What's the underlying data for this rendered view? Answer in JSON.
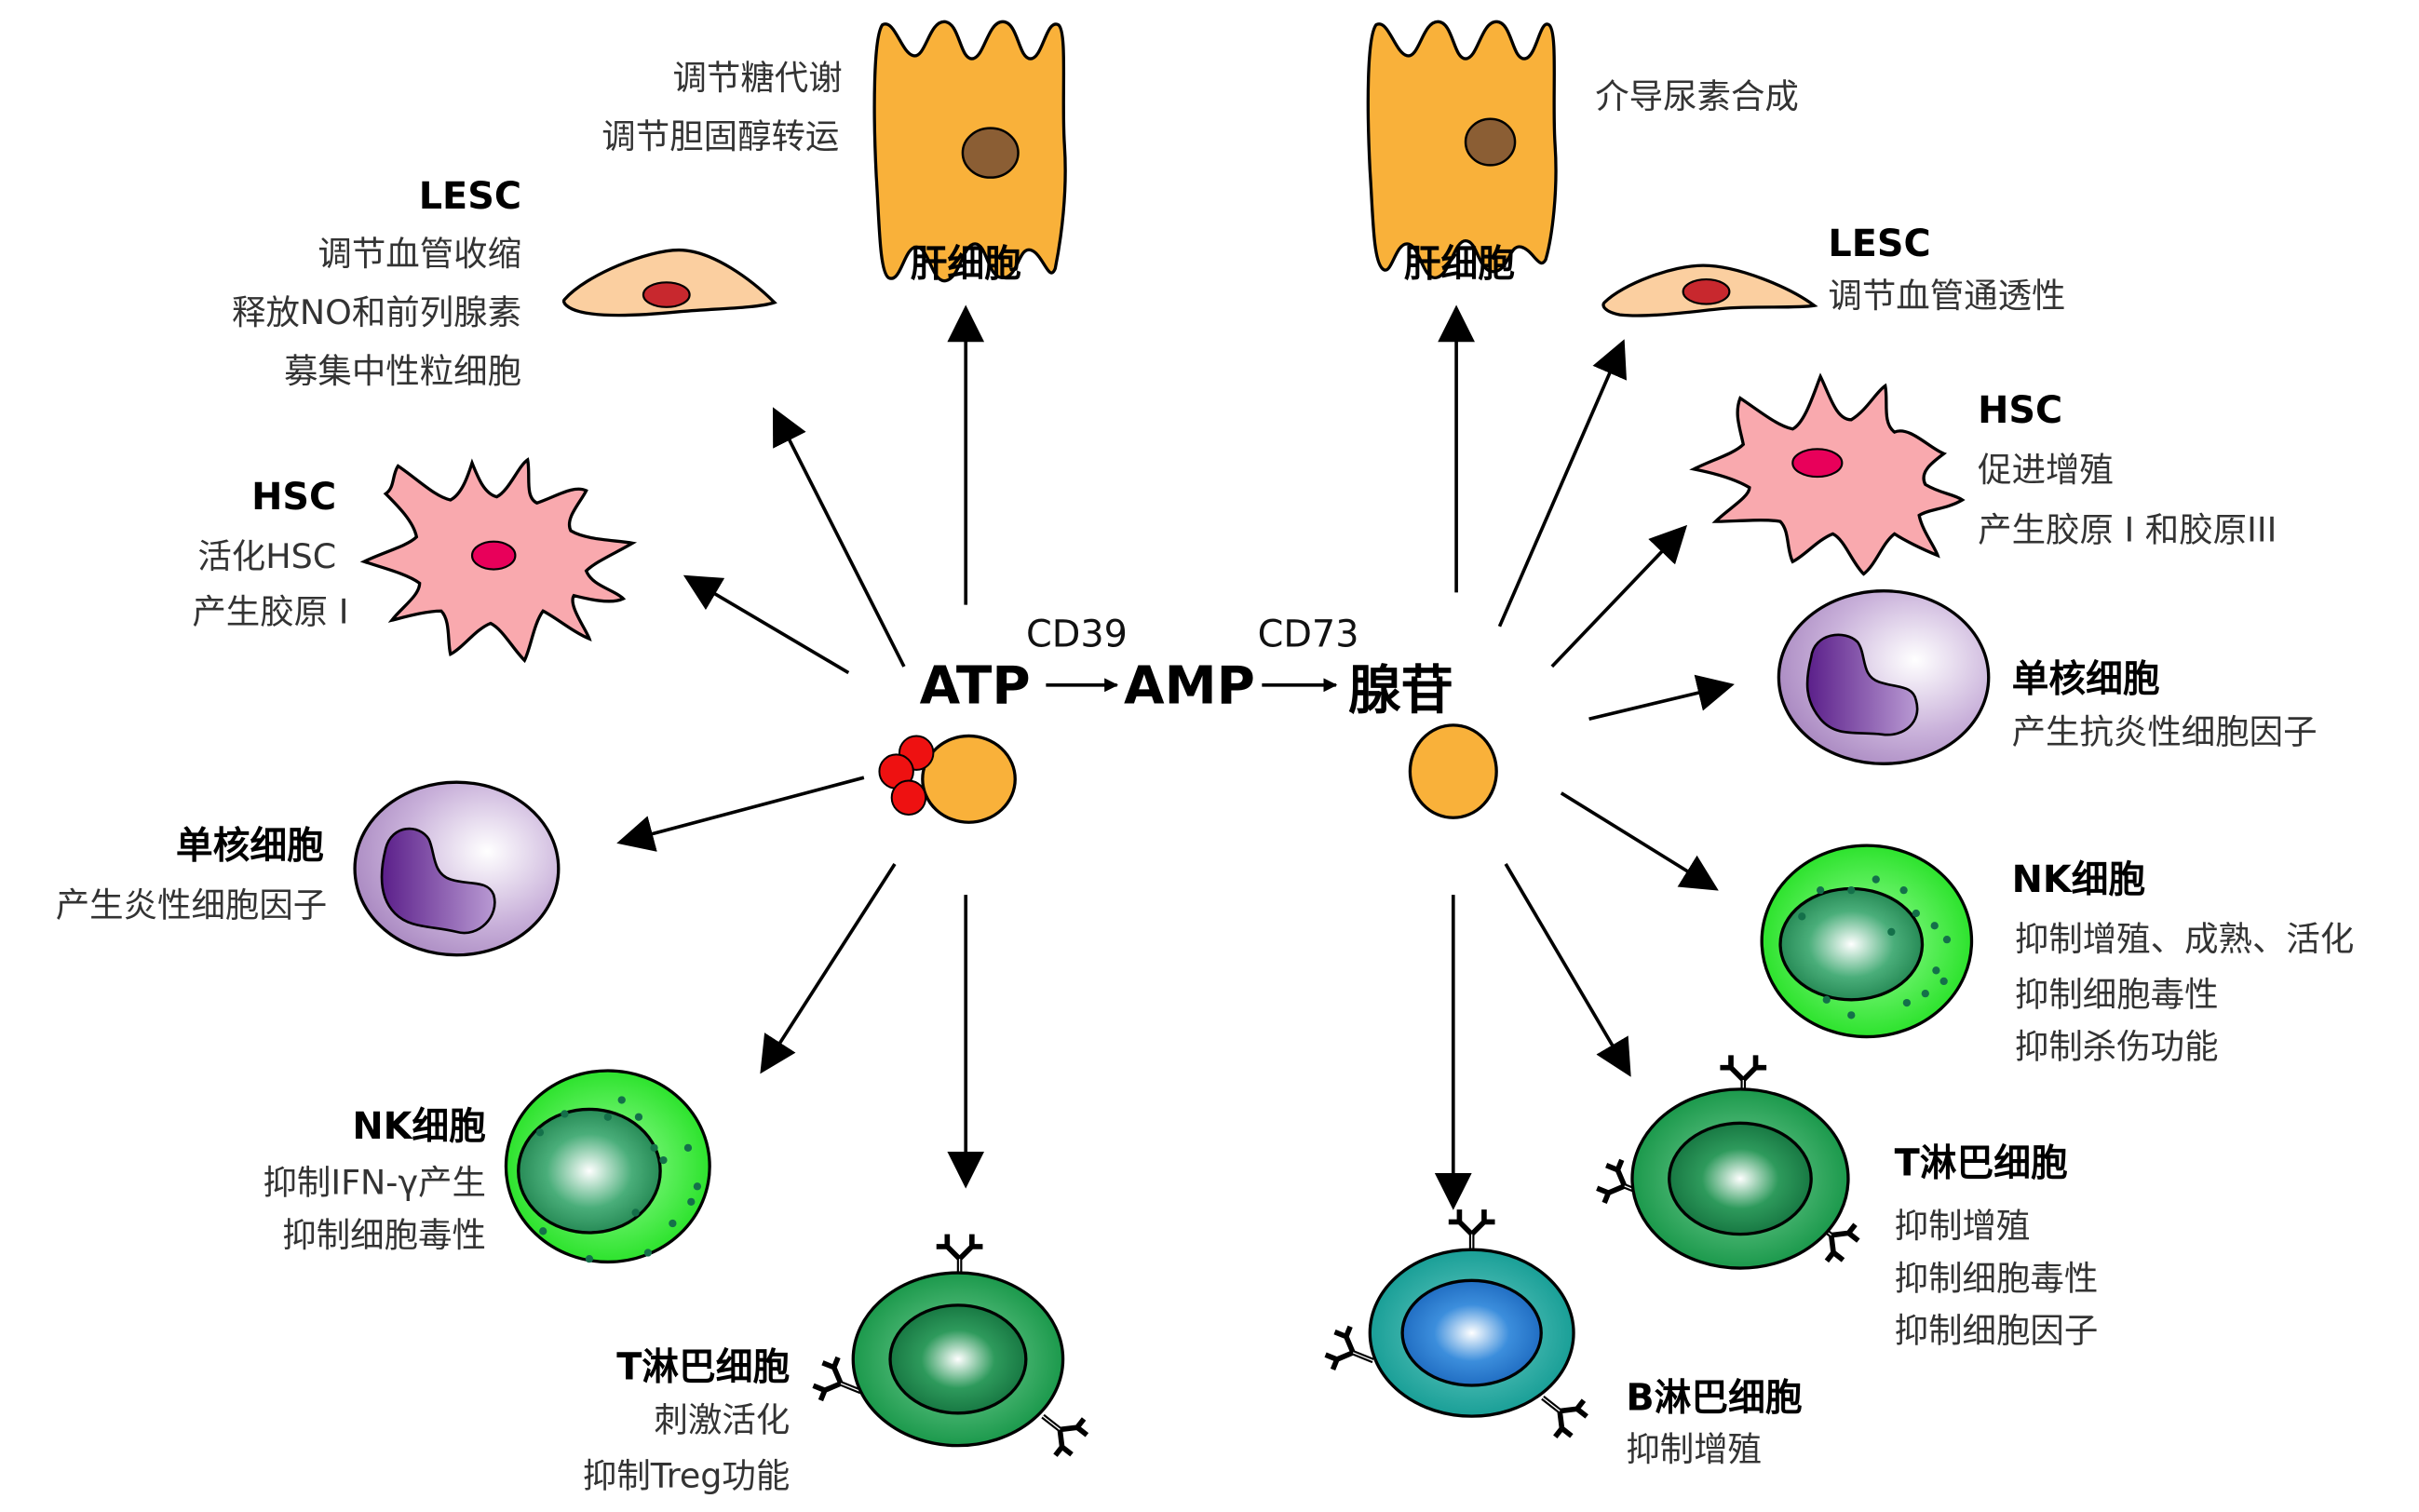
{
  "center": {
    "atp": "ATP",
    "amp": "AMP",
    "adenosine": "腺苷",
    "enzyme_1": "CD39",
    "enzyme_2": "CD73"
  },
  "left": {
    "hepatocyte": {
      "title": "肝细胞",
      "lines": [
        "调节糖代谢",
        "调节胆固醇转运"
      ]
    },
    "lesc": {
      "title": "LESC",
      "lines": [
        "调节血管收缩",
        "释放NO和前列腺素",
        "募集中性粒细胞"
      ]
    },
    "hsc": {
      "title": "HSC",
      "lines": [
        "活化HSC",
        "产生胶原 I"
      ]
    },
    "monocyte": {
      "title": "单核细胞",
      "lines": [
        "产生炎性细胞因子"
      ]
    },
    "nk": {
      "title": "NK细胞",
      "lines": [
        "抑制IFN-γ产生",
        "抑制细胞毒性"
      ]
    },
    "tcell": {
      "title": "T淋巴细胞",
      "lines": [
        "刺激活化",
        "抑制Treg功能"
      ]
    }
  },
  "right": {
    "hepatocyte": {
      "title": "肝细胞",
      "lines": [
        "介导尿素合成"
      ]
    },
    "lesc": {
      "title": "LESC",
      "lines": [
        "调节血管通透性"
      ]
    },
    "hsc": {
      "title": "HSC",
      "lines": [
        "促进增殖",
        "产生胶原 I 和胶原III"
      ]
    },
    "monocyte": {
      "title": "单核细胞",
      "lines": [
        "产生抗炎性细胞因子"
      ]
    },
    "nk": {
      "title": "NK细胞",
      "lines": [
        "抑制增殖、成熟、活化",
        "抑制细胞毒性",
        "抑制杀伤功能"
      ]
    },
    "tcell": {
      "title": "T淋巴细胞",
      "lines": [
        "抑制增殖",
        "抑制细胞毒性",
        "抑制细胞因子"
      ]
    },
    "bcell": {
      "title": "B淋巴细胞",
      "lines": [
        "抑制增殖"
      ]
    }
  },
  "colors": {
    "hepatocyte": "#F9B13A",
    "hepatocyte_nucleus": "#8B5E34",
    "lesc": "#FBCFA0",
    "lesc_nucleus": "#C8282E",
    "hsc": "#F9A9AE",
    "hsc_nucleus": "#E8005A",
    "monocyte": "#B89ACB",
    "monocyte_nucleus": "#6A2C91",
    "nk": "#33EE33",
    "tcell": "#1E9A4A",
    "bcell": "#1FA8A0",
    "bcell_nucleus": "#1F6FC8",
    "atp_phosphate": "#EE1111",
    "nucleotide": "#F9B13A"
  }
}
